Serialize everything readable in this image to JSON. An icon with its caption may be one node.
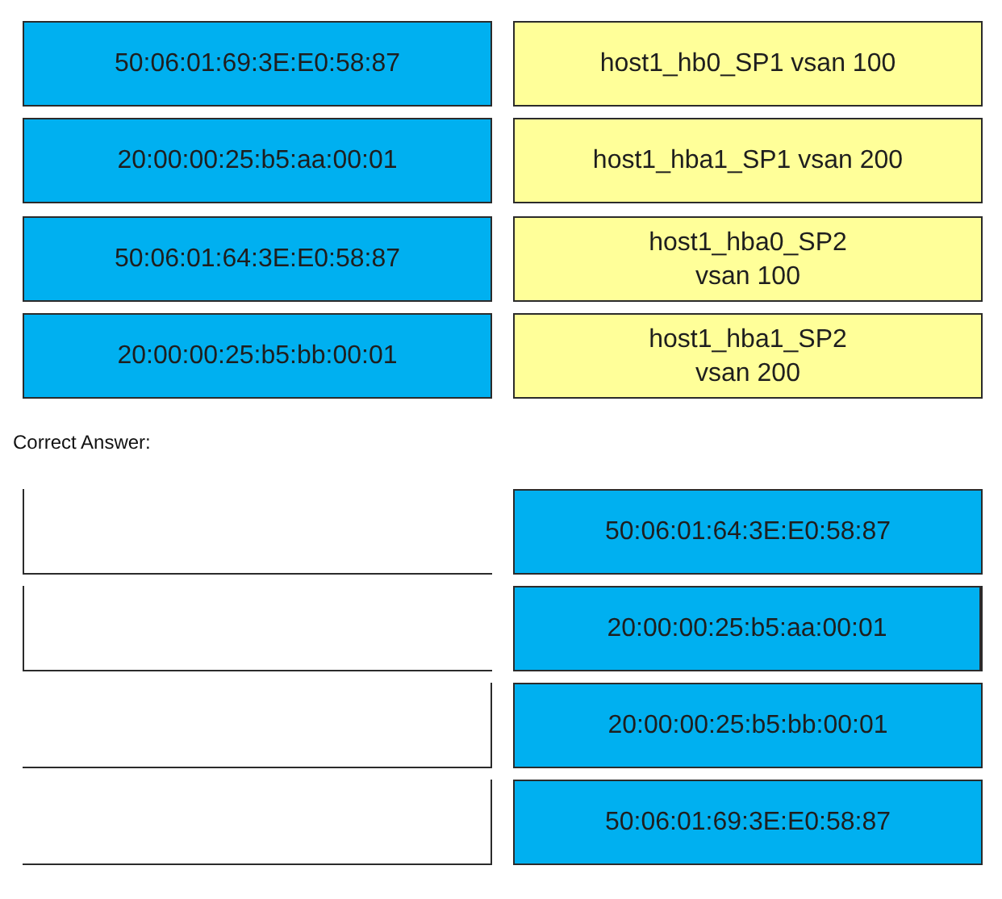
{
  "diagram": {
    "nodes": [
      {
        "text": [
          "50:06:01:69:3E:E0:58:87"
        ]
      },
      {
        "text": [
          "host1_hb0_SP1 vsan 100"
        ]
      },
      {
        "text": [
          "20:00:00:25:b5:aa:00:01"
        ]
      },
      {
        "text": [
          "host1_hba1_SP1 vsan 200"
        ]
      },
      {
        "text": [
          "50:06:01:64:3E:E0:58:87"
        ]
      },
      {
        "text": [
          "host1_hba0_SP2 vsan 100"
        ]
      },
      {
        "text": [
          "20:00:00:25:b5:bb:00:01"
        ]
      },
      {
        "text": [
          "host1_hba1_SP2 vsan 200"
        ]
      },
      {
        "text": [],
        "shape": "box"
      },
      {
        "text": [
          "50:06:01:64:3E:E0:58:87"
        ]
      },
      {
        "text": [],
        "shape": "box"
      },
      {
        "text": [
          "20:00:00:25:b5:aa:00:01"
        ]
      },
      {
        "text": [],
        "shape": "box"
      },
      {
        "text": [
          "20:00:00:25:b5:bb:00:01"
        ]
      },
      {
        "text": [],
        "shape": "box"
      },
      {
        "text": [
          "50:06:01:69:3E:E0:58:87"
        ]
      }
    ],
    "labels": [
      "Correct Answer:"
    ]
  }
}
